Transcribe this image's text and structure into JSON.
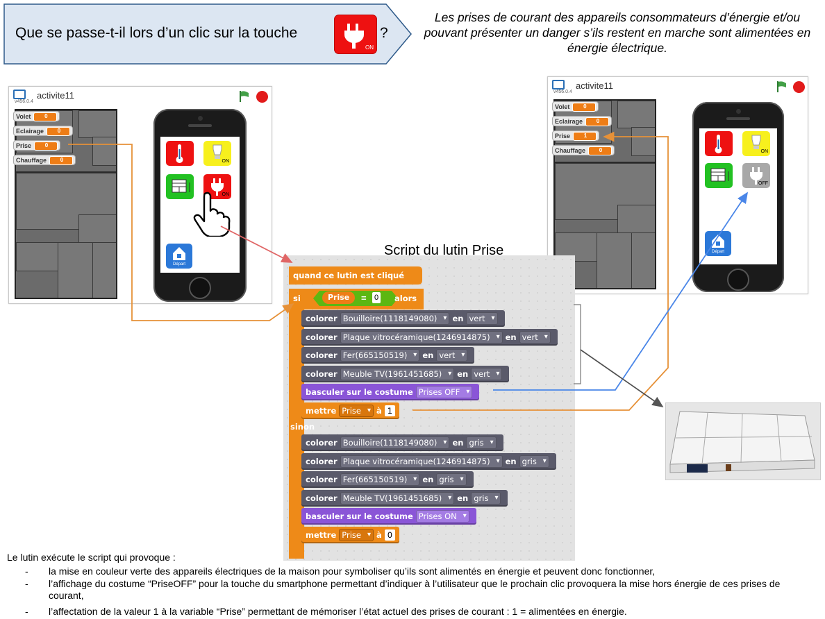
{
  "question": {
    "text": "Que se passe-t-il lors d’un clic sur la touche",
    "mark": "?",
    "tile_label": "ON",
    "tile_icon": "power-plug-icon"
  },
  "answer": "Les prises de courant des appareils consommateurs d’énergie et/ou pouvant présenter un danger s’ils restent en marche sont alimentées en énergie électrique.",
  "stage_left": {
    "title": "activite11",
    "version": "v456.0.4",
    "vars": [
      {
        "name": "Volet",
        "value": "0"
      },
      {
        "name": "Eclairage",
        "value": "0"
      },
      {
        "name": "Prise",
        "value": "0"
      },
      {
        "name": "Chauffage",
        "value": "0"
      }
    ],
    "tiles": {
      "lamp_label": "ON",
      "plug_label": "ON",
      "home_label": "Départ"
    }
  },
  "stage_right": {
    "title": "activite11",
    "version": "v456.0.4",
    "vars": [
      {
        "name": "Volet",
        "value": "0"
      },
      {
        "name": "Eclairage",
        "value": "0"
      },
      {
        "name": "Prise",
        "value": "1"
      },
      {
        "name": "Chauffage",
        "value": "0"
      }
    ],
    "tiles": {
      "lamp_label": "ON",
      "plug_label": "OFF",
      "home_label": "Départ"
    }
  },
  "script": {
    "title": "Script du lutin Prise",
    "hat": "quand ce lutin est cliqué",
    "if_label": "si",
    "if_var": "Prise",
    "if_op": "=",
    "if_value": "0",
    "if_then": "alors",
    "else_label": "sinon",
    "then_blocks": [
      {
        "verb": "colorer",
        "target": "Bouilloire(1118149080)",
        "mid": "en",
        "color": "vert"
      },
      {
        "verb": "colorer",
        "target": "Plaque vitrocéramique(1246914875)",
        "mid": "en",
        "color": "vert"
      },
      {
        "verb": "colorer",
        "target": "Fer(665150519)",
        "mid": "en",
        "color": "vert"
      },
      {
        "verb": "colorer",
        "target": "Meuble TV(1961451685)",
        "mid": "en",
        "color": "vert"
      }
    ],
    "then_costume": {
      "label": "basculer sur le costume",
      "value": "Prises OFF"
    },
    "then_set": {
      "label": "mettre",
      "var": "Prise",
      "to": "à",
      "value": "1"
    },
    "else_blocks": [
      {
        "verb": "colorer",
        "target": "Bouilloire(1118149080)",
        "mid": "en",
        "color": "gris"
      },
      {
        "verb": "colorer",
        "target": "Plaque vitrocéramique(1246914875)",
        "mid": "en",
        "color": "gris"
      },
      {
        "verb": "colorer",
        "target": "Fer(665150519)",
        "mid": "en",
        "color": "gris"
      },
      {
        "verb": "colorer",
        "target": "Meuble TV(1961451685)",
        "mid": "en",
        "color": "gris"
      }
    ],
    "else_costume": {
      "label": "basculer sur le costume",
      "value": "Prises ON"
    },
    "else_set": {
      "label": "mettre",
      "var": "Prise",
      "to": "à",
      "value": "0"
    }
  },
  "explanation": {
    "intro": "Le lutin exécute le script qui provoque :",
    "bullets": [
      "la mise en couleur verte des appareils électriques de la maison pour symboliser qu’ils sont alimentés en énergie et peuvent donc fonctionner,",
      "l’affichage du costume “PriseOFF” pour la touche du smartphone permettant d’indiquer à l’utilisateur que le prochain clic provoquera la mise hors énergie de ces prises de courant,",
      "l’affectation de la valeur 1 à la variable “Prise” permettant de mémoriser l’état actuel des prises de courant : 1 = alimentées en énergie."
    ],
    "dash": "-"
  },
  "colors": {
    "callout_fill": "#dce6f2",
    "callout_stroke": "#2e5a8a",
    "arrow_red": "#e06666",
    "arrow_orange": "#e69138",
    "arrow_blue": "#4a86e8",
    "arrow_gray": "#555555"
  }
}
